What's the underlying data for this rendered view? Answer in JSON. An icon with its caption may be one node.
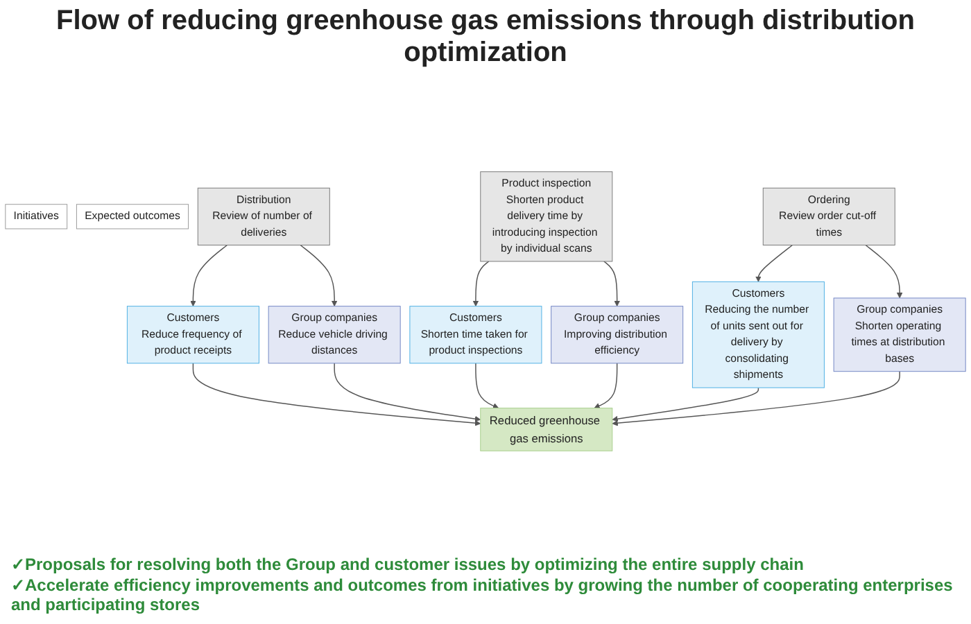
{
  "diagram": {
    "title": "Flow of reducing greenhouse gas emissions through distribution optimization",
    "nodes": [
      {
        "text": [
          "Initiatives"
        ]
      },
      {
        "text": [
          "Expected outcomes"
        ]
      },
      {
        "text": [
          "Distribution",
          "Review of number of deliveries"
        ]
      },
      {
        "text": [
          "Product inspection",
          "Shorten product delivery time by introducing inspection by individual scans"
        ]
      },
      {
        "text": [
          "Ordering",
          "Review order cut-off times"
        ]
      },
      {
        "text": [
          "Customers",
          "Reduce frequency of product receipts"
        ]
      },
      {
        "text": [
          "Group companies",
          "Reduce vehicle driving distances"
        ]
      },
      {
        "text": [
          "Customers",
          "Shorten time taken for product inspections"
        ]
      },
      {
        "text": [
          "Group companies",
          "Improving distribution efficiency"
        ]
      },
      {
        "text": [
          "Customers",
          "Reducing the number of units sent out for delivery by consolidating shipments"
        ]
      },
      {
        "text": [
          "Group companies",
          "Shorten operating times at distribution bases"
        ]
      },
      {
        "text": [
          "Reduced greenhouse gas emissions"
        ]
      }
    ],
    "edges": [
      {
        "from": 2,
        "to": 5,
        "arrow": "to"
      },
      {
        "from": 2,
        "to": 6,
        "arrow": "to"
      },
      {
        "from": 3,
        "to": 7,
        "arrow": "to"
      },
      {
        "from": 3,
        "to": 8,
        "arrow": "to"
      },
      {
        "from": 4,
        "to": 9,
        "arrow": "to"
      },
      {
        "from": 4,
        "to": 10,
        "arrow": "to"
      },
      {
        "from": 5,
        "to": 11,
        "arrow": "to"
      },
      {
        "from": 6,
        "to": 11,
        "arrow": "to"
      },
      {
        "from": 7,
        "to": 11,
        "arrow": "to"
      },
      {
        "from": 8,
        "to": 11,
        "arrow": "to"
      },
      {
        "from": 9,
        "to": 11,
        "arrow": "to"
      },
      {
        "from": 10,
        "to": 11,
        "arrow": "to"
      }
    ],
    "labels": [
      "✓Proposals for resolving both the Group and customer issues by optimizing the entire supply chain",
      "✓Accelerate efficiency improvements and outcomes from initiatives by growing the number of cooperating enterprises and participating stores"
    ]
  }
}
